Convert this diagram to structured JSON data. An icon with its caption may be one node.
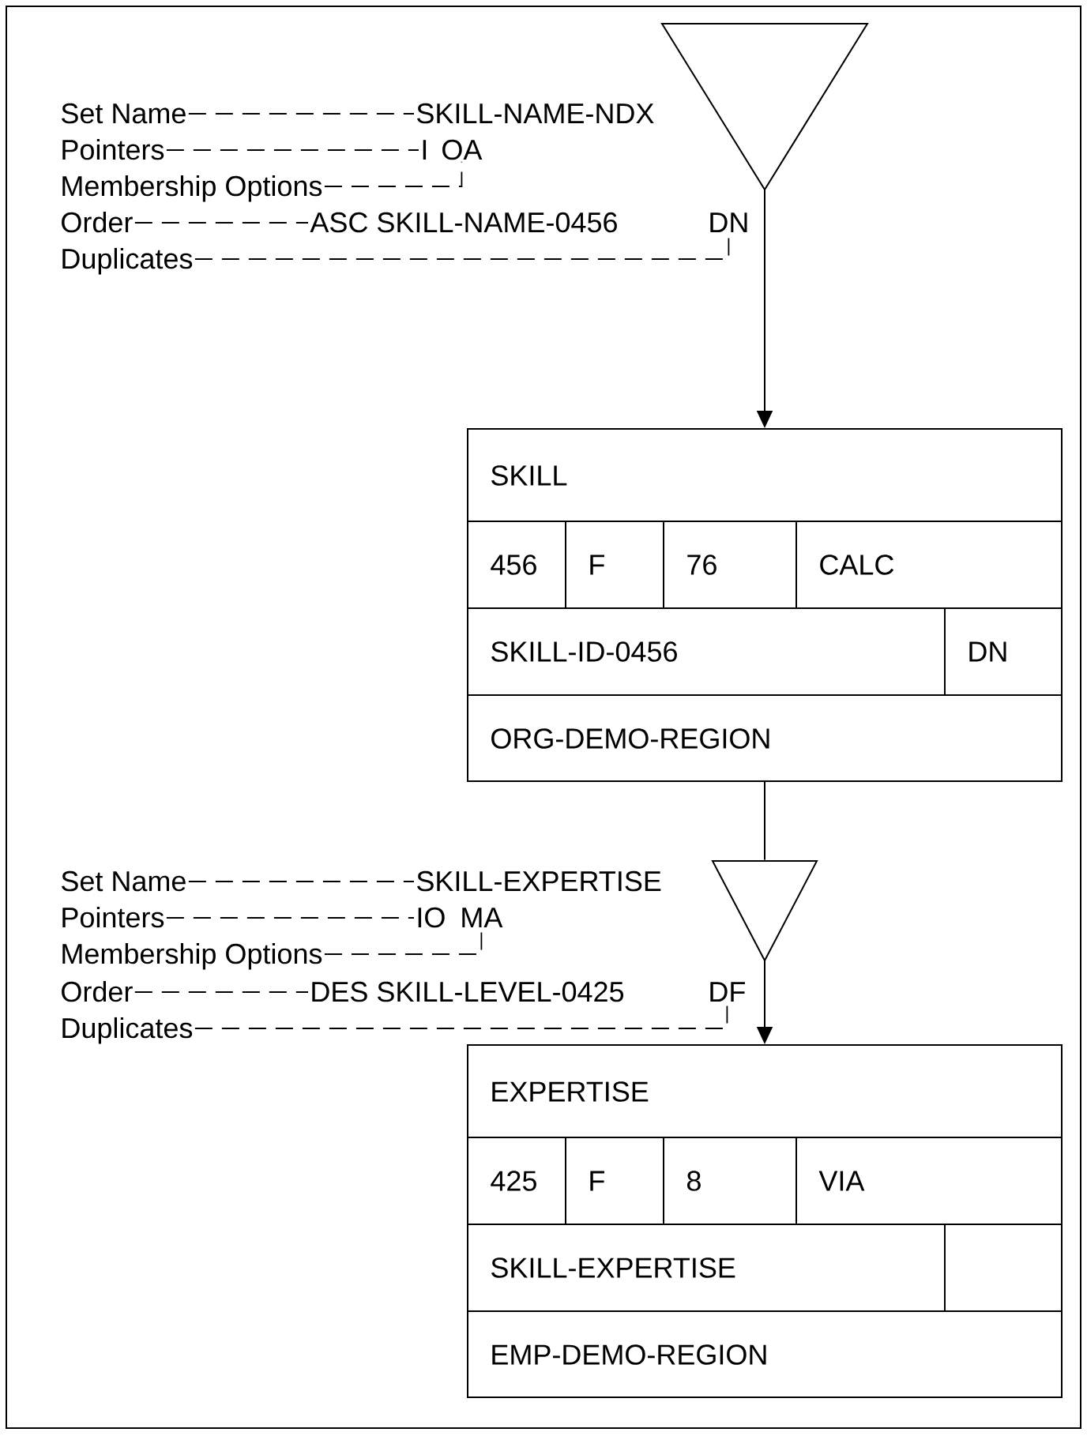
{
  "diagram": {
    "nodes": [
      {
        "text": [],
        "shape": "triangle"
      },
      {
        "text": [
          "SKILL",
          "456",
          "F",
          "76",
          "CALC",
          "SKILL-ID-0456",
          "DN",
          "ORG-DEMO-REGION"
        ]
      },
      {
        "text": [],
        "shape": "triangle"
      },
      {
        "text": [
          "EXPERTISE",
          "425",
          "F",
          "8",
          "VIA",
          "SKILL-EXPERTISE",
          "EMP-DEMO-REGION"
        ]
      },
      {
        "text": [
          "Set Name"
        ]
      },
      {
        "text": [
          "SKILL-NAME-NDX"
        ]
      },
      {
        "text": [
          "Pointers"
        ]
      },
      {
        "text": [
          "I"
        ]
      },
      {
        "text": [
          "OA"
        ]
      },
      {
        "text": [
          "Membership Options"
        ]
      },
      {
        "text": [
          "Order"
        ]
      },
      {
        "text": [
          "ASC SKILL-NAME-0456"
        ]
      },
      {
        "text": [
          "DN"
        ]
      },
      {
        "text": [
          "Duplicates"
        ]
      },
      {
        "text": [
          "Set Name"
        ]
      },
      {
        "text": [
          "SKILL-EXPERTISE"
        ]
      },
      {
        "text": [
          "Pointers"
        ]
      },
      {
        "text": [
          "IO"
        ]
      },
      {
        "text": [
          "MA"
        ]
      },
      {
        "text": [
          "Membership Options"
        ]
      },
      {
        "text": [
          "Order"
        ]
      },
      {
        "text": [
          "DES SKILL-LEVEL-0425"
        ]
      },
      {
        "text": [
          "DF"
        ]
      },
      {
        "text": [
          "Duplicates"
        ]
      }
    ],
    "edges": [
      {
        "from": 0,
        "to": 1,
        "arrow": "to"
      },
      {
        "from": 1,
        "to": 2,
        "arrow": "none"
      },
      {
        "from": 2,
        "to": 3,
        "arrow": "to"
      },
      {
        "from": 4,
        "to": 5,
        "arrow": "none",
        "style": "dashed"
      },
      {
        "from": 6,
        "to": 7,
        "arrow": "none",
        "style": "dashed"
      },
      {
        "from": 9,
        "to": 8,
        "arrow": "none",
        "style": "dashed"
      },
      {
        "from": 10,
        "to": 11,
        "arrow": "none",
        "style": "dashed"
      },
      {
        "from": 13,
        "to": 12,
        "arrow": "none",
        "style": "dashed"
      },
      {
        "from": 14,
        "to": 15,
        "arrow": "none",
        "style": "dashed"
      },
      {
        "from": 16,
        "to": 17,
        "arrow": "none",
        "style": "dashed"
      },
      {
        "from": 19,
        "to": 18,
        "arrow": "none",
        "style": "dashed"
      },
      {
        "from": 20,
        "to": 21,
        "arrow": "none",
        "style": "dashed"
      },
      {
        "from": 23,
        "to": 22,
        "arrow": "none",
        "style": "dashed"
      }
    ]
  }
}
